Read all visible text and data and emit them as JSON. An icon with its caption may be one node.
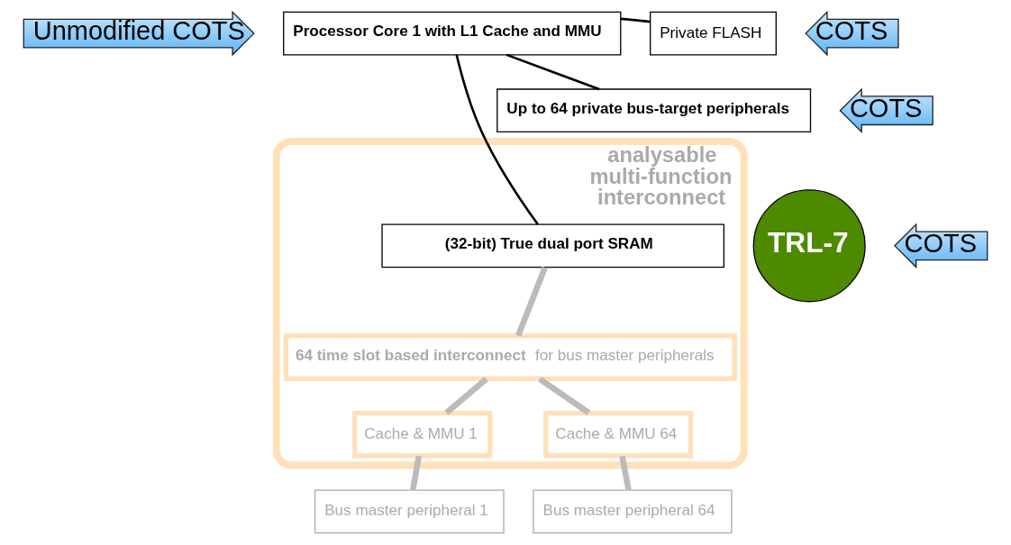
{
  "diagram": {
    "nodes": [
      {
        "text": [
          "Unmodified COTS"
        ]
      },
      {
        "text": [
          "Processor Core 1 with L1 Cache and MMU"
        ]
      },
      {
        "text": [
          "Private FLASH"
        ]
      },
      {
        "text": [
          "Up to 64 private bus-target peripherals"
        ]
      },
      {
        "text": [
          "COTS"
        ]
      },
      {
        "text": [
          "COTS"
        ]
      },
      {
        "text": [
          "analysable multi-function interconnect"
        ]
      },
      {
        "text": [
          "TRL-7"
        ]
      },
      {
        "text": [
          "(32-bit) True dual port SRAM"
        ],
        "in": 6
      },
      {
        "text": [
          "COTS"
        ]
      },
      {
        "text": [
          "**64 time slot based interconnect** for bus master peripherals"
        ],
        "in": 6
      },
      {
        "text": [
          "Cache & MMU 1"
        ],
        "in": 6
      },
      {
        "text": [
          "Cache & MMU 64"
        ],
        "in": 6
      },
      {
        "text": [
          "Bus master peripheral 1"
        ]
      },
      {
        "text": [
          "Bus master peripheral 64"
        ]
      }
    ],
    "edges": [
      {
        "from": 1,
        "to": 2,
        "arrow": "none",
        "color": "#000000"
      },
      {
        "from": 1,
        "to": 3,
        "arrow": "none",
        "color": "#000000"
      },
      {
        "from": 1,
        "to": 8,
        "arrow": "none",
        "color": "#000000"
      },
      {
        "from": 8,
        "to": 10,
        "arrow": "none"
      },
      {
        "from": 10,
        "to": 11,
        "arrow": "none"
      },
      {
        "from": 10,
        "to": 12,
        "arrow": "none"
      },
      {
        "from": 11,
        "to": 13,
        "arrow": "none"
      },
      {
        "from": 12,
        "to": 14,
        "arrow": "none"
      }
    ]
  }
}
